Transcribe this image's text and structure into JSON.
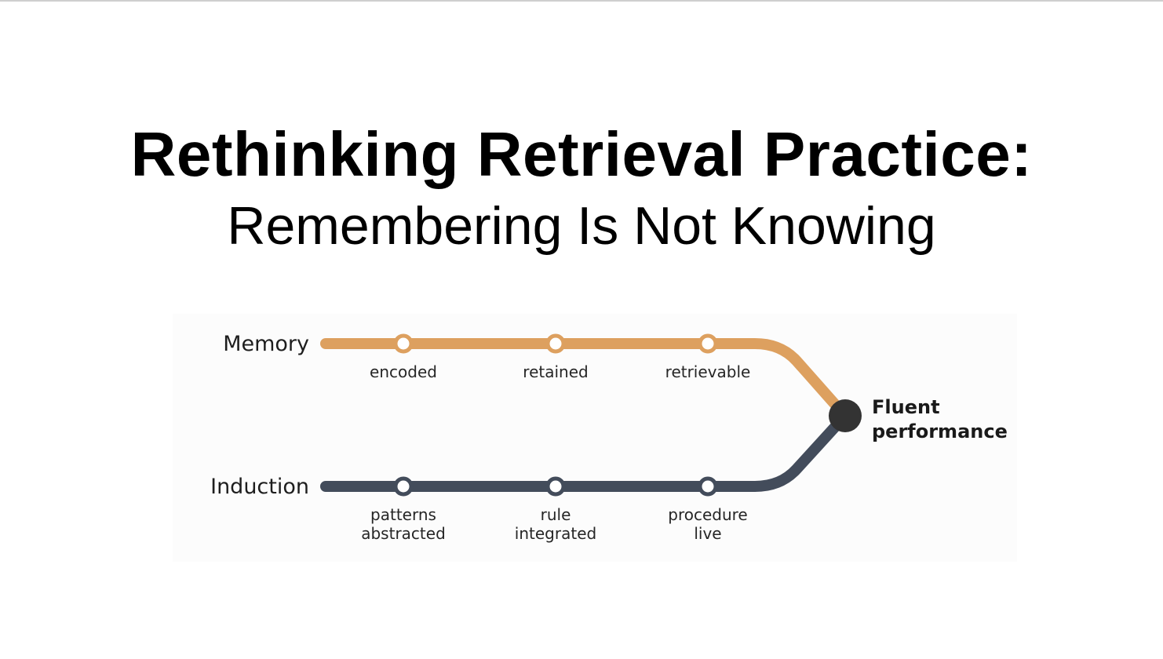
{
  "slide": {
    "title": "Rethinking Retrieval Practice:",
    "subtitle": "Remembering Is Not Knowing"
  },
  "diagram": {
    "tracks": [
      {
        "name": "Memory",
        "color": "#DDA05F",
        "stops": [
          {
            "lines": [
              "encoded"
            ]
          },
          {
            "lines": [
              "retained"
            ]
          },
          {
            "lines": [
              "retrievable"
            ]
          }
        ]
      },
      {
        "name": "Induction",
        "color": "#434C5B",
        "stops": [
          {
            "lines": [
              "patterns",
              "abstracted"
            ]
          },
          {
            "lines": [
              "rule",
              "integrated"
            ]
          },
          {
            "lines": [
              "procedure",
              "live"
            ]
          }
        ]
      }
    ],
    "terminal": {
      "lines": [
        "Fluent",
        "performance"
      ],
      "color": "#333333"
    }
  }
}
